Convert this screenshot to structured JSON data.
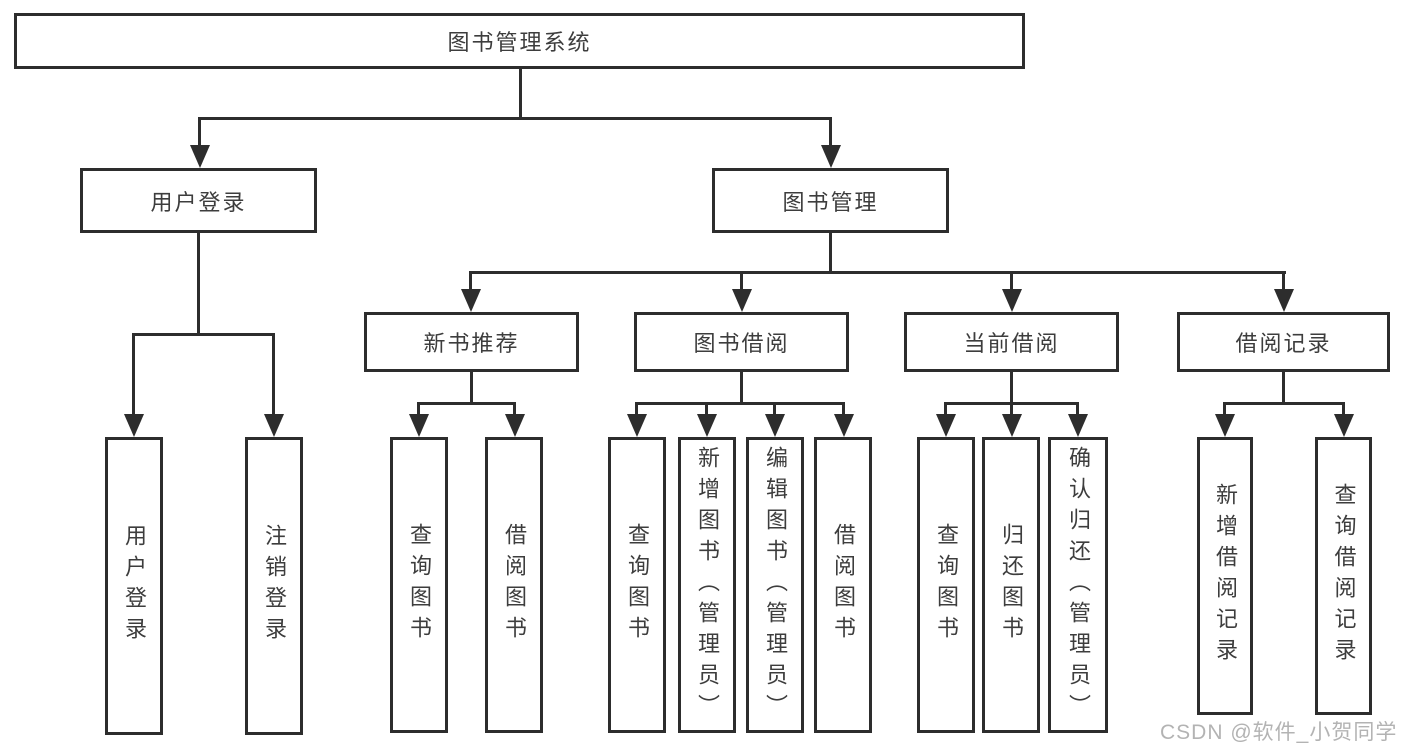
{
  "tree": {
    "label": "图书管理系统",
    "children": [
      {
        "label": "用户登录",
        "children": [
          {
            "label": "用户登录"
          },
          {
            "label": "注销登录"
          }
        ]
      },
      {
        "label": "图书管理",
        "children": [
          {
            "label": "新书推荐",
            "children": [
              {
                "label": "查询图书"
              },
              {
                "label": "借阅图书"
              }
            ]
          },
          {
            "label": "图书借阅",
            "children": [
              {
                "label": "查询图书"
              },
              {
                "label": "新增图书（管理员）"
              },
              {
                "label": "编辑图书（管理员）"
              },
              {
                "label": "借阅图书"
              }
            ]
          },
          {
            "label": "当前借阅",
            "children": [
              {
                "label": "查询图书"
              },
              {
                "label": "归还图书"
              },
              {
                "label": "确认归还（管理员）"
              }
            ]
          },
          {
            "label": "借阅记录",
            "children": [
              {
                "label": "新增借阅记录"
              },
              {
                "label": "查询借阅记录"
              }
            ]
          }
        ]
      }
    ]
  },
  "watermark": {
    "text": "CSDN @软件_小贺同学"
  },
  "colors": {
    "line": "#2d2d2d",
    "text": "#3d3d3d",
    "watermark": "#b3b3b3",
    "background": "#ffffff"
  }
}
